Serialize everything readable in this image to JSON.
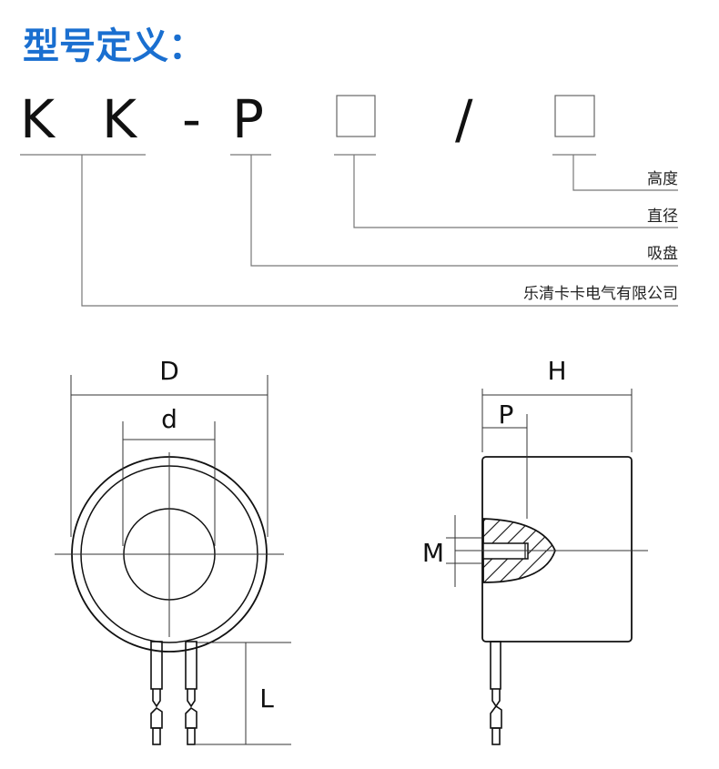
{
  "title": "型号定义：",
  "title_color": "#1a6fd0",
  "code": {
    "k1": "K",
    "k2": "K",
    "dash": "-",
    "p": "P",
    "slash": "/"
  },
  "labels": {
    "height": "高度",
    "diameter": "直径",
    "sucker": "吸盘",
    "company": "乐清卡卡电气有限公司"
  },
  "dims": {
    "D": "D",
    "d": "d",
    "L": "L",
    "H": "H",
    "P": "P",
    "M": "M"
  }
}
